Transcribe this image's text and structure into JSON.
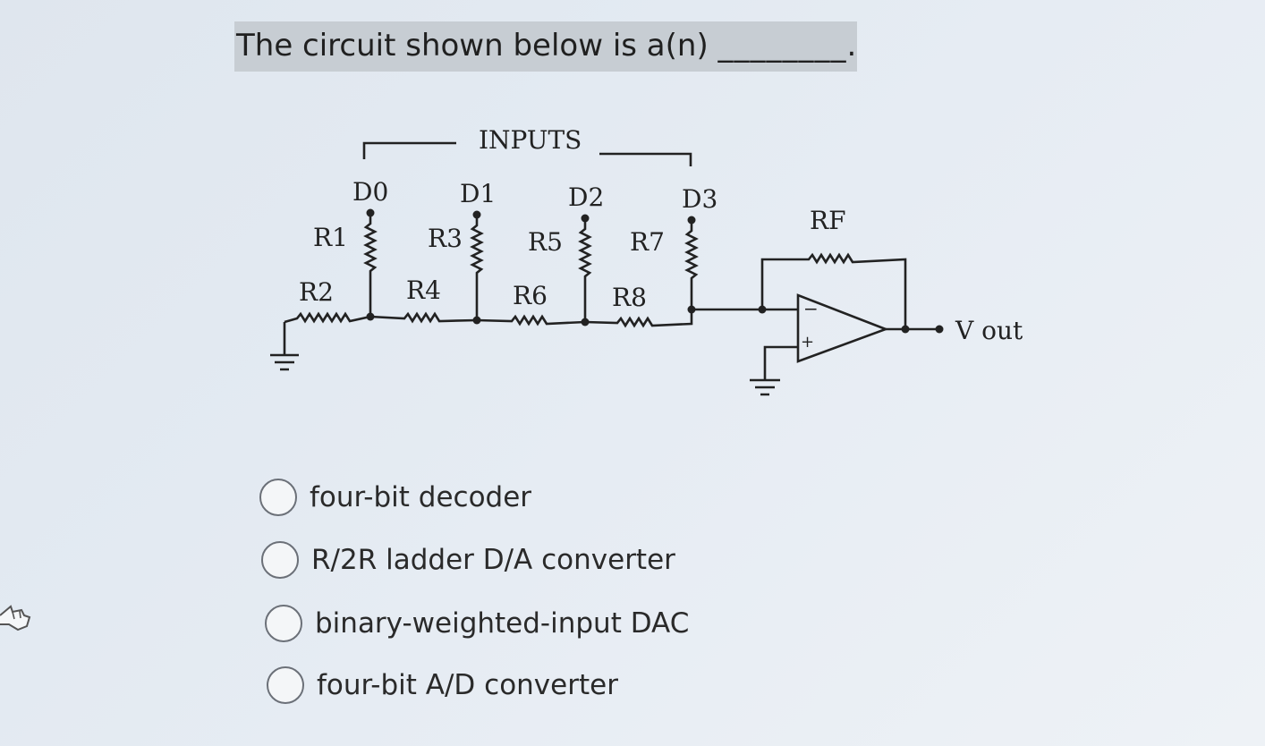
{
  "question": {
    "text": "The circuit shown below is a(n)",
    "blank": "________."
  },
  "circuit": {
    "inputs_label": "INPUTS",
    "input_labels": [
      "D0",
      "D1",
      "D2",
      "D3"
    ],
    "vertical_resistor_labels": [
      "R1",
      "R3",
      "R5",
      "R7"
    ],
    "horizontal_resistor_labels": [
      "R2",
      "R4",
      "R6",
      "R8"
    ],
    "feedback_label": "RF",
    "opamp_minus": "−",
    "opamp_plus": "+",
    "output_label": "V out"
  },
  "options": [
    {
      "label": "four-bit decoder",
      "selected": false
    },
    {
      "label": "R/2R ladder D/A converter",
      "selected": false
    },
    {
      "label": "binary-weighted-input DAC",
      "selected": false
    },
    {
      "label": "four-bit A/D converter",
      "selected": false
    }
  ],
  "icons": {
    "cursor": "hand-pointer-icon",
    "ground": "ground-icon"
  }
}
